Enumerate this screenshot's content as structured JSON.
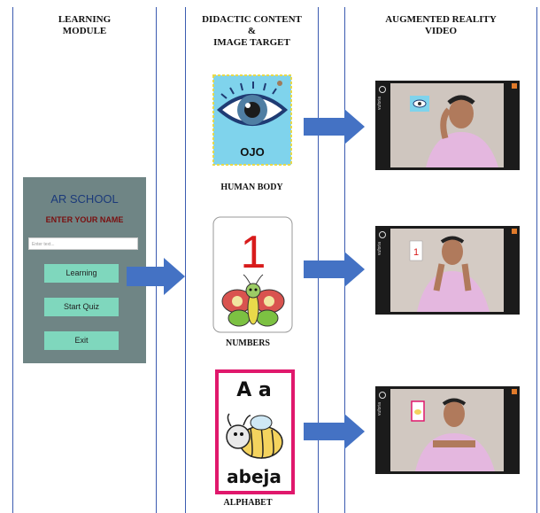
{
  "columns": [
    {
      "heading": "LEARNING\nMODULE"
    },
    {
      "heading": "DIDACTIC CONTENT\n&\nIMAGE TARGET"
    },
    {
      "heading": "AUGMENTED REALITY\nVIDEO"
    }
  ],
  "app": {
    "title": "AR SCHOOL",
    "prompt": "ENTER YOUR NAME",
    "input_placeholder": "Enter text...",
    "buttons": [
      "Learning",
      "Start Quiz",
      "Exit"
    ]
  },
  "cards": [
    {
      "word": "OJO",
      "caption": "HUMAN BODY"
    },
    {
      "numeral": "1",
      "caption": "NUMBERS"
    },
    {
      "letters": "A a",
      "word": "abeja",
      "caption": "ALPHABET"
    }
  ],
  "video": {
    "side_text": "vuforia"
  },
  "colors": {
    "column_border": "#3b5bb0",
    "arrow": "#4472c4",
    "phone_bg": "#6f8585",
    "button": "#7fd7bd"
  }
}
